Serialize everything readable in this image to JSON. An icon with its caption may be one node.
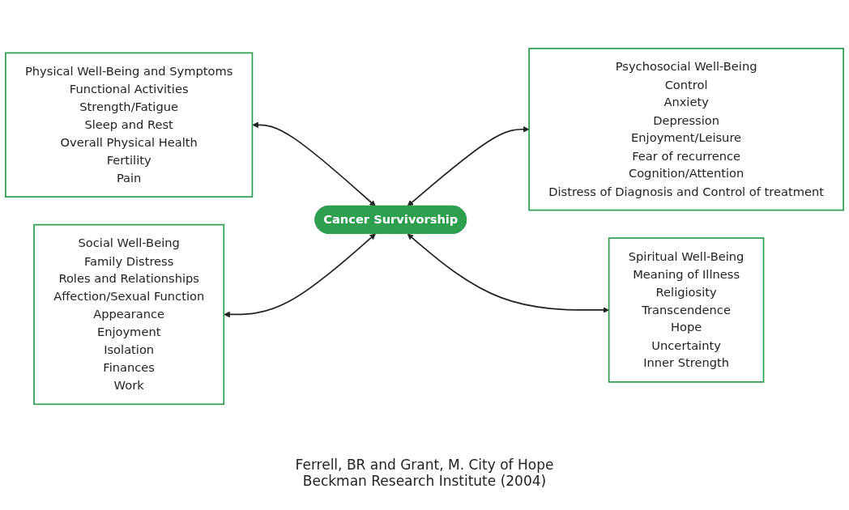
{
  "diagram": {
    "nodes": [
      {
        "text": [
          "Physical Well-Being and Symptoms",
          "Functional Activities",
          "Strength/Fatigue",
          "Sleep and Rest",
          "Overall Physical Health",
          "Fertility",
          "Pain"
        ]
      },
      {
        "text": [
          "Psychosocial Well-Being",
          "Control",
          "Anxiety",
          "Depression",
          "Enjoyment/Leisure",
          "Fear of recurrence",
          "Cognition/Attention",
          "Distress of Diagnosis and Control of treatment"
        ]
      },
      {
        "text": [
          "Cancer Survivorship"
        ]
      },
      {
        "text": [
          "Social Well-Being",
          "Family Distress",
          "Roles and Relationships",
          "Affection/Sexual Function",
          "Appearance",
          "Enjoyment",
          "Isolation",
          "Finances",
          "Work"
        ]
      },
      {
        "text": [
          "Spiritual Well-Being",
          "Meaning of Illness",
          "Religiosity",
          "Transcendence",
          "Hope",
          "Uncertainty",
          "Inner Strength"
        ]
      }
    ],
    "edges": [
      {
        "from": 0,
        "to": 2,
        "arrow": "both"
      },
      {
        "from": 2,
        "to": 1,
        "arrow": "both"
      },
      {
        "from": 3,
        "to": 2,
        "arrow": "both"
      },
      {
        "from": 2,
        "to": 4,
        "arrow": "both"
      }
    ],
    "caption": "Ferrell, BR and Grant, M. City of Hope Beckman Research Institute (2004)"
  }
}
